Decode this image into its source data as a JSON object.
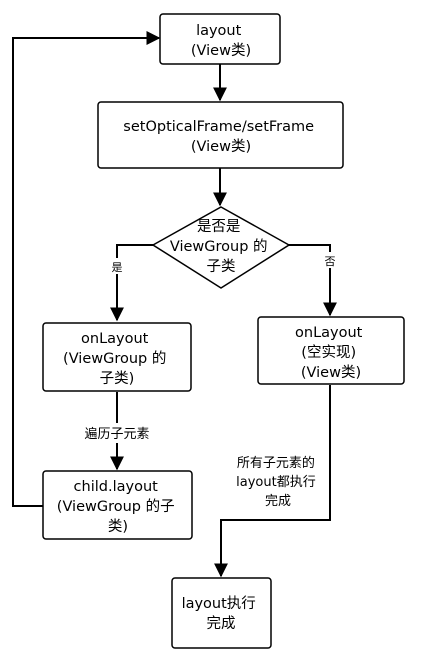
{
  "nodes": {
    "layout": {
      "lines": [
        "layout",
        "(View类)"
      ]
    },
    "set_frame": {
      "lines": [
        "setOpticalFrame/setFrame",
        "(View类)"
      ]
    },
    "decision": {
      "lines": [
        "是否是",
        "ViewGroup 的",
        "子类"
      ]
    },
    "onlayout_group": {
      "lines": [
        "onLayout",
        "(ViewGroup 的",
        "子类)"
      ]
    },
    "onlayout_view": {
      "lines": [
        "onLayout",
        "(空实现)",
        "(View类)"
      ]
    },
    "child_layout": {
      "lines": [
        "child.layout",
        "(ViewGroup 的子",
        "类)"
      ]
    },
    "done": {
      "lines": [
        "layout执行",
        "完成"
      ]
    }
  },
  "edges": {
    "yes": "是",
    "no": "否",
    "traverse": "遍历子元素",
    "all_done": [
      "所有子元素的",
      "layout都执行",
      "完成"
    ]
  },
  "colors": {
    "stroke": "#000000",
    "fill": "#ffffff",
    "text": "#000000"
  }
}
